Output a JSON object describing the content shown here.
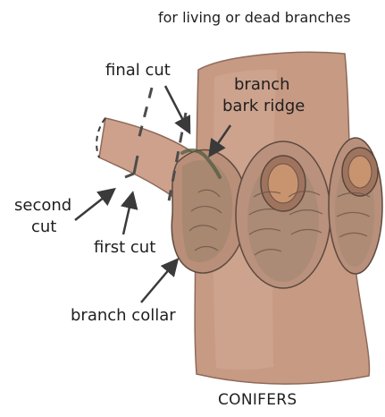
{
  "diagram": {
    "subtitle": "for living or dead branches",
    "caption": "CONIFERS",
    "labels": {
      "final_cut": "final cut",
      "branch_bark_ridge_line1": "branch",
      "branch_bark_ridge_line2": "bark ridge",
      "second_cut_line1": "second",
      "second_cut_line2": "cut",
      "first_cut": "first cut",
      "branch_collar": "branch collar"
    },
    "colors": {
      "bark": "#c89b84",
      "bark_light": "#d7b3a0",
      "bark_shadow": "#9b7464",
      "collar_dark": "#6f5a4a",
      "green_shade": "#5f6b4d",
      "wood_core": "#c8946f",
      "line": "#2b2b2b",
      "arrow": "#3a3a3a"
    },
    "icons": {
      "arrow": "arrow-icon",
      "tree": "tree-trunk-illustration"
    }
  }
}
